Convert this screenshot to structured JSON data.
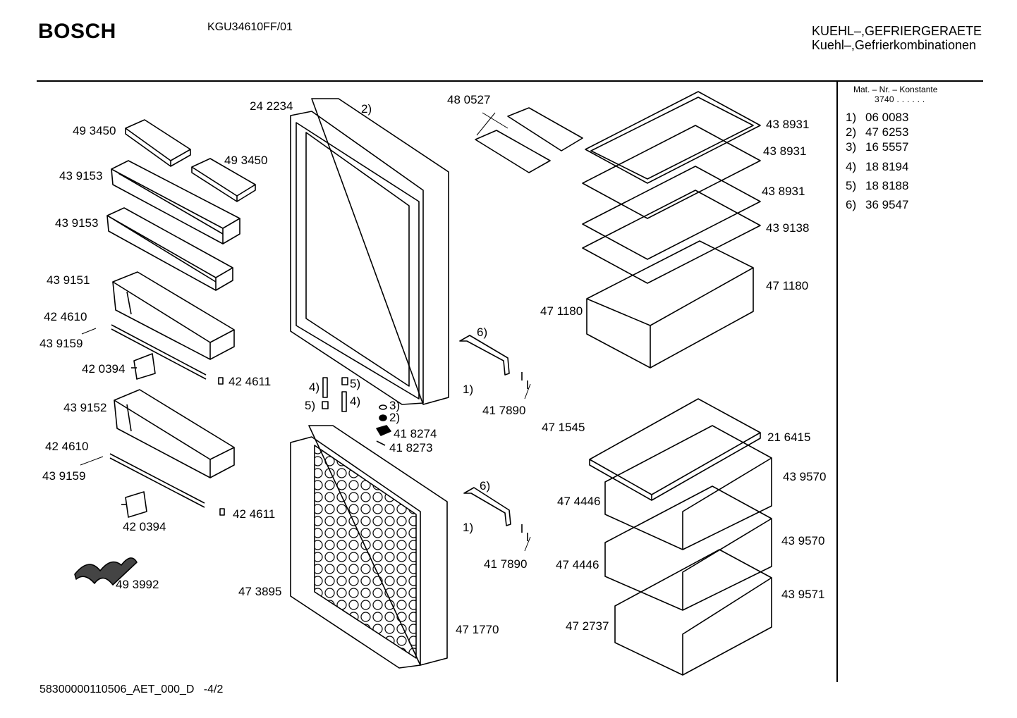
{
  "header": {
    "brand": "BOSCH",
    "model": "KGU34610FF/01",
    "title_line1": "KUEHL–,GEFRIERGERAETE",
    "title_line2": "Kuehl–,Gefrierkombinationen"
  },
  "legend": {
    "heading": "Mat. – Nr. – Konstante",
    "constant": "3740  .  .    .  .  .  .",
    "items": [
      {
        "key": "1)",
        "value": "06 0083"
      },
      {
        "key": "2)",
        "value": "47 6253"
      },
      {
        "key": "3)",
        "value": "16 5557"
      },
      {
        "key": "4)",
        "value": "18 8194"
      },
      {
        "key": "5)",
        "value": "18 8188"
      },
      {
        "key": "6)",
        "value": "36 9547"
      }
    ]
  },
  "part_labels": {
    "p1": "49 3450",
    "p2": "49 3450",
    "p3": "43 9153",
    "p4": "43 9153",
    "p5": "43 9151",
    "p6": "42 4610",
    "p7": "43 9159",
    "p8": "42 0394",
    "p9": "42 4611",
    "p10": "43 9152",
    "p11": "42 4610",
    "p12": "43 9159",
    "p13": "42 0394",
    "p14": "42 4611",
    "p15": "49 3992",
    "p16": "24 2234",
    "p17": "2)",
    "p18": "48 0527",
    "p19": "4)",
    "p20": "5)",
    "p21": "5)",
    "p22": "4)",
    "p23": "3)",
    "p24": "2)",
    "p25": "41 8274",
    "p26": "41 8273",
    "p27": "47 3895",
    "p28": "47 1770",
    "p29": "6)",
    "p30": "1)",
    "p31": "41 7890",
    "p32": "6)",
    "p33": "1)",
    "p34": "41 7890",
    "p35": "43 8931",
    "p36": "43 8931",
    "p37": "43 8931",
    "p38": "43 9138",
    "p39": "47 1180",
    "p40": "47 1180",
    "p41": "47 1545",
    "p42": "21 6415",
    "p43": "43 9570",
    "p44": "47 4446",
    "p45": "43 9570",
    "p46": "47 4446",
    "p47": "43 9571",
    "p48": "47 2737"
  },
  "footer": {
    "doc_id": "58300000110506_AET_000_D",
    "page": "-4/2"
  }
}
